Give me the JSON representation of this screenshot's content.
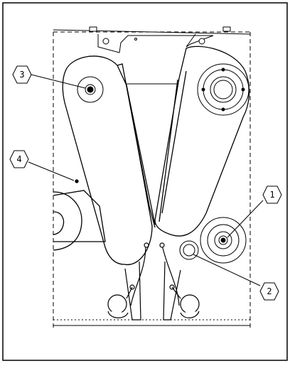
{
  "callouts": [
    {
      "id": "callout-1",
      "label": "1"
    },
    {
      "id": "callout-2",
      "label": "2"
    },
    {
      "id": "callout-3",
      "label": "3"
    },
    {
      "id": "callout-4",
      "label": "4"
    }
  ]
}
